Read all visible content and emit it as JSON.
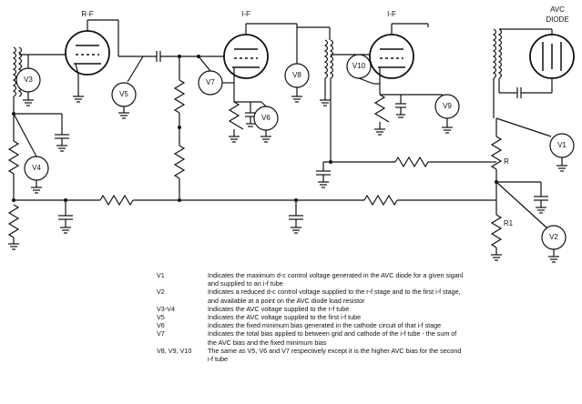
{
  "diagram": {
    "tube_labels": {
      "rf": "R-F",
      "if1": "I-F",
      "if2": "I-F",
      "avc": "AVC",
      "diode": "DIODE"
    },
    "meters": {
      "v1": "V1",
      "v2": "V2",
      "v3": "V3",
      "v4": "V4",
      "v5": "V5",
      "v6": "V6",
      "v7": "V7",
      "v8": "V8",
      "v9": "V9",
      "v10": "V10"
    },
    "resistor_labels": {
      "r": "R",
      "r1": "R1"
    }
  },
  "legend": [
    {
      "key": "V1",
      "text": "Indicates the maximum d-c control voltage generated in the AVC diode for a given siganl and supplied to an i-f tube"
    },
    {
      "key": "V2",
      "text": "Indicates a reduced d-c control voltage supplied to the r-f stage and to the first i-f stage, and available at a point on the AVC diode load resistor"
    },
    {
      "key": "V3-V4",
      "text": "Indicates the AVC voltage supplied to the r-f tube"
    },
    {
      "key": "V5",
      "text": "Indicates the AVC voltage supplied to the first i-f tube"
    },
    {
      "key": "V6",
      "text": "Indicates the fixed minimum bias generated in the cathode circuit of that i-f stage"
    },
    {
      "key": "V7",
      "text": "Indicates the total bias applied to between grid and cathode of the i-f tube - the sum of the AVC bias and the fixed minimum bias"
    },
    {
      "key": "V8, V9, V10",
      "text": "The same as V5, V6 and V7 respectively except it is the higher AVC bias for the second i-f tube"
    }
  ]
}
